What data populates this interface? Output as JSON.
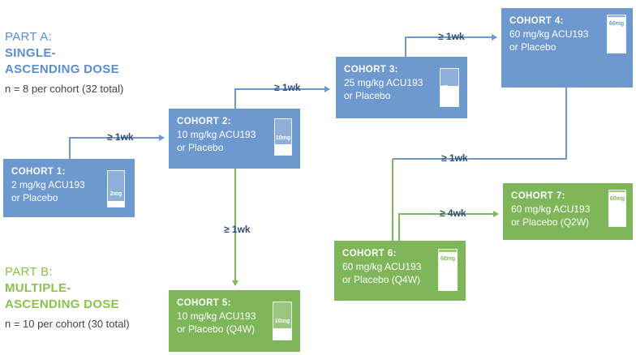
{
  "colors": {
    "part_a": "#5d8ecc",
    "part_b": "#8bc34a",
    "blue_box": "#6e99cf",
    "green_box": "#7fb65a",
    "interval_text": "#2e4d73"
  },
  "part_a": {
    "label": "PART A:",
    "title_line1": "SINGLE-",
    "title_line2": "ASCENDING DOSE",
    "count": "n = 8 per cohort (32 total)"
  },
  "part_b": {
    "label": "PART B:",
    "title_line1": "MULTIPLE-",
    "title_line2": "ASCENDING DOSE",
    "count": "n = 10 per cohort (30 total)"
  },
  "cohorts": [
    {
      "title": "COHORT 1:",
      "line1": "2 mg/kg ACU193",
      "line2": "or Placebo",
      "vial": "2mg",
      "fill": 0.15
    },
    {
      "title": "COHORT 2:",
      "line1": "10 mg/kg ACU193",
      "line2": "or Placebo",
      "vial": "10mg",
      "fill": 0.3
    },
    {
      "title": "COHORT 3:",
      "line1": "25 mg/kg ACU193",
      "line2": "or Placebo",
      "vial": "25mg",
      "fill": 0.55
    },
    {
      "title": "COHORT 4:",
      "line1": "60 mg/kg ACU193",
      "line2": "or Placebo",
      "vial": "60mg",
      "fill": 0.95
    },
    {
      "title": "COHORT 5:",
      "line1": "10 mg/kg ACU193",
      "line2": "or Placebo (Q4W)",
      "vial": "10mg",
      "fill": 0.3
    },
    {
      "title": "COHORT 6:",
      "line1": "60 mg/kg ACU193",
      "line2": "or Placebo (Q4W)",
      "vial": "60mg",
      "fill": 0.95
    },
    {
      "title": "COHORT 7:",
      "line1": "60 mg/kg ACU193",
      "line2": "or Placebo (Q2W)",
      "vial": "60mg",
      "fill": 0.95
    }
  ],
  "intervals": {
    "c1_c2": "≥ 1wk",
    "c2_c3": "≥ 1wk",
    "c3_c4": "≥ 1wk",
    "c2_c5": "≥ 1wk",
    "c4_c6": "≥ 1wk",
    "c6_c7": "≥ 4wk"
  }
}
